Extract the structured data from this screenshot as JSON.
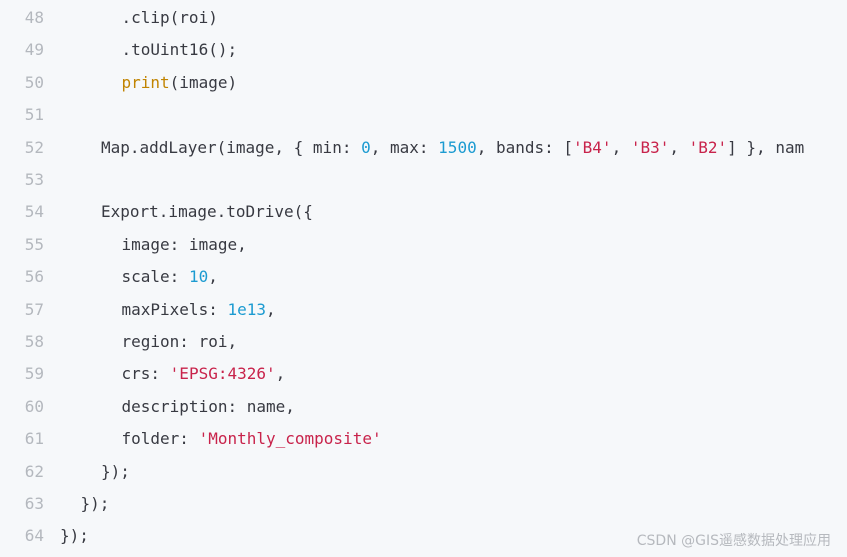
{
  "colors": {
    "background": "#f6f8fa",
    "line_number": "#b4b8be",
    "plain": "#383a42",
    "function": "#c18401",
    "number": "#1c9bd1",
    "string": "#c8234b"
  },
  "lines": [
    {
      "num": "48",
      "indent": 3,
      "tokens": [
        {
          "t": ".clip(roi)",
          "k": "plain"
        }
      ]
    },
    {
      "num": "49",
      "indent": 3,
      "tokens": [
        {
          "t": ".toUint16();",
          "k": "plain"
        }
      ]
    },
    {
      "num": "50",
      "indent": 3,
      "tokens": [
        {
          "t": "print",
          "k": "fn"
        },
        {
          "t": "(image)",
          "k": "plain"
        }
      ]
    },
    {
      "num": "51",
      "indent": 0,
      "tokens": []
    },
    {
      "num": "52",
      "indent": 2,
      "tokens": [
        {
          "t": "Map.addLayer(image, { min: ",
          "k": "plain"
        },
        {
          "t": "0",
          "k": "num"
        },
        {
          "t": ", max: ",
          "k": "plain"
        },
        {
          "t": "1500",
          "k": "num"
        },
        {
          "t": ", bands: [",
          "k": "plain"
        },
        {
          "t": "'B4'",
          "k": "str"
        },
        {
          "t": ", ",
          "k": "plain"
        },
        {
          "t": "'B3'",
          "k": "str"
        },
        {
          "t": ", ",
          "k": "plain"
        },
        {
          "t": "'B2'",
          "k": "str"
        },
        {
          "t": "] }, nam",
          "k": "plain"
        }
      ]
    },
    {
      "num": "53",
      "indent": 0,
      "tokens": []
    },
    {
      "num": "54",
      "indent": 2,
      "tokens": [
        {
          "t": "Export.image.toDrive({",
          "k": "plain"
        }
      ]
    },
    {
      "num": "55",
      "indent": 3,
      "tokens": [
        {
          "t": "image: image,",
          "k": "plain"
        }
      ]
    },
    {
      "num": "56",
      "indent": 3,
      "tokens": [
        {
          "t": "scale: ",
          "k": "plain"
        },
        {
          "t": "10",
          "k": "num"
        },
        {
          "t": ",",
          "k": "plain"
        }
      ]
    },
    {
      "num": "57",
      "indent": 3,
      "tokens": [
        {
          "t": "maxPixels: ",
          "k": "plain"
        },
        {
          "t": "1e13",
          "k": "num"
        },
        {
          "t": ",",
          "k": "plain"
        }
      ]
    },
    {
      "num": "58",
      "indent": 3,
      "tokens": [
        {
          "t": "region: roi,",
          "k": "plain"
        }
      ]
    },
    {
      "num": "59",
      "indent": 3,
      "tokens": [
        {
          "t": "crs: ",
          "k": "plain"
        },
        {
          "t": "'EPSG:4326'",
          "k": "str"
        },
        {
          "t": ",",
          "k": "plain"
        }
      ]
    },
    {
      "num": "60",
      "indent": 3,
      "tokens": [
        {
          "t": "description: name,",
          "k": "plain"
        }
      ]
    },
    {
      "num": "61",
      "indent": 3,
      "tokens": [
        {
          "t": "folder: ",
          "k": "plain"
        },
        {
          "t": "'Monthly_composite'",
          "k": "str"
        }
      ]
    },
    {
      "num": "62",
      "indent": 2,
      "tokens": [
        {
          "t": "});",
          "k": "plain"
        }
      ]
    },
    {
      "num": "63",
      "indent": 1,
      "tokens": [
        {
          "t": "});",
          "k": "plain"
        }
      ]
    },
    {
      "num": "64",
      "indent": 0,
      "tokens": [
        {
          "t": "});",
          "k": "plain"
        }
      ]
    }
  ],
  "watermark": "CSDN @GIS遥感数据处理应用"
}
